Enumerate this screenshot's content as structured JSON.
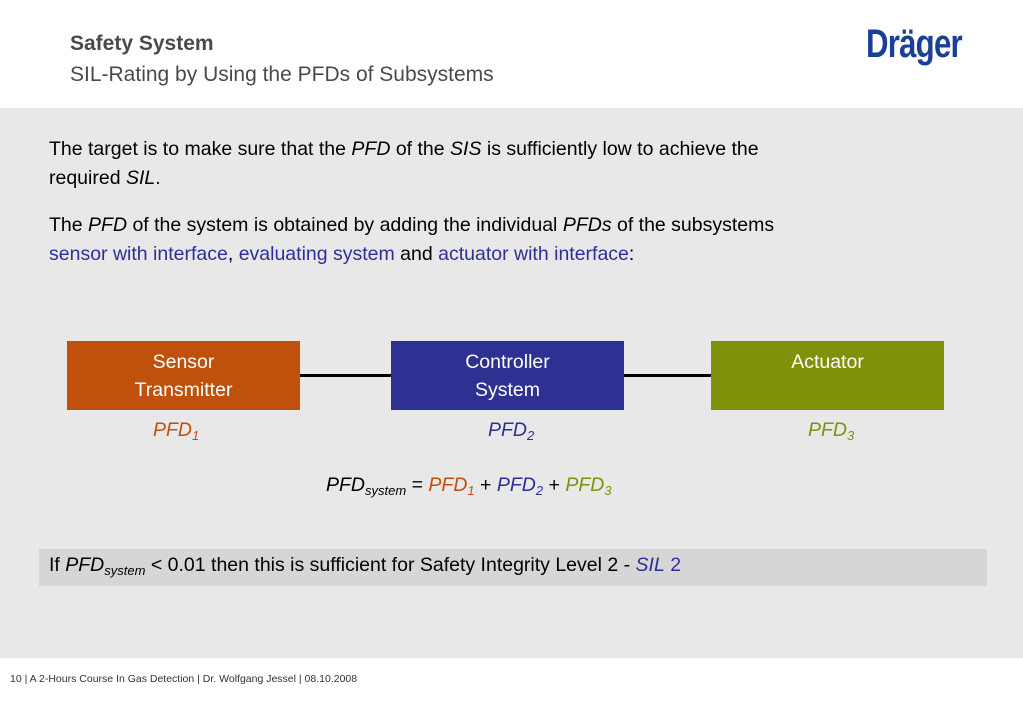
{
  "header": {
    "title": "Safety System",
    "subtitle": "SIL-Rating by Using the PFDs of Subsystems",
    "logo_text": "Dräger"
  },
  "paragraph1": {
    "t1": "The target is to make sure that the ",
    "pfd": "PFD",
    "t2": " of the ",
    "sis": "SIS",
    "t3": " is sufficiently low to achieve the",
    "t4": "required ",
    "sil": "SIL",
    "t5": "."
  },
  "paragraph2": {
    "t1": "The ",
    "pfd": "PFD",
    "t2": " of the system is obtained by adding the individual ",
    "pfds": "PFDs",
    "t3": " of the subsystems",
    "sensor": "sensor with interface",
    "comma": ", ",
    "evaluating": "evaluating system",
    "and": " and ",
    "actuator": "actuator with interface",
    "colon": ":"
  },
  "blocks": {
    "sensor_line1": "Sensor",
    "sensor_line2": "Transmitter",
    "controller_line1": "Controller",
    "controller_line2": "System",
    "actuator": "Actuator"
  },
  "pfd_labels": {
    "base": "PFD",
    "sub1": "1",
    "sub2": "2",
    "sub3": "3"
  },
  "formula": {
    "lhs": "PFD",
    "lhs_sub": "system",
    "eq": " = ",
    "plus": " + "
  },
  "conclusion": {
    "if": "If ",
    "pfd": "PFD",
    "sub": "system",
    "rest": " < 0.01 then this is sufficient for Safety Integrity Level 2 - ",
    "sil": "SIL",
    "num": " 2"
  },
  "footer": "10  |  A  2-Hours Course In Gas Detection  |  Dr. Wolfgang Jessel  |  08.10.2008",
  "colors": {
    "sensor": "#c0510c",
    "controller": "#2e3192",
    "actuator": "#7f9108",
    "highlight_blue": "#2e2e9a"
  }
}
